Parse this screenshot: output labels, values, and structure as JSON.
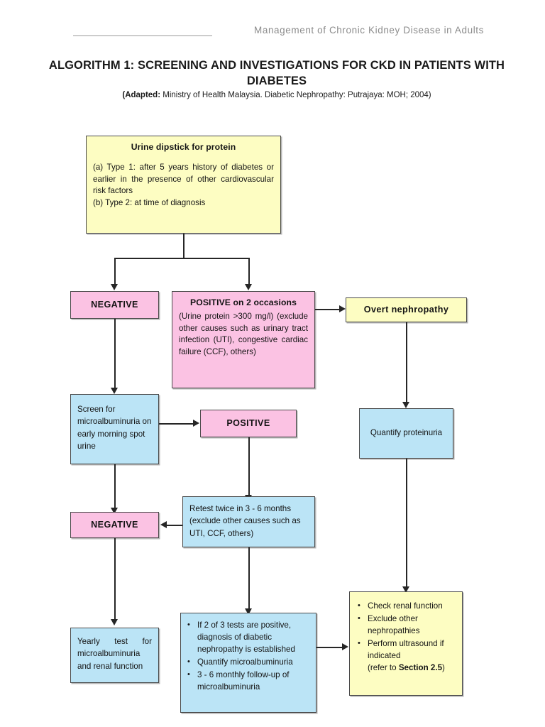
{
  "page": {
    "running_head": "Management of Chronic Kidney Disease in Adults",
    "title": "ALGORITHM 1: SCREENING AND INVESTIGATIONS FOR CKD IN PATIENTS WITH DIABETES",
    "source_prefix": "(Adapted:",
    "source_text": " Ministry of Health Malaysia. Diabetic Nephropathy: Putrajaya: MOH; 2004)"
  },
  "colors": {
    "yellow": "#fdfdc2",
    "pink": "#fbc2e3",
    "blue": "#bbe4f6",
    "border": "#4a4a4a",
    "connector": "#262626",
    "header_gray": "#8c8c8c"
  },
  "nodes": {
    "urine_dipstick": {
      "color": "yellow",
      "title": "Urine dipstick for protein",
      "line_a": "(a) Type 1: after 5 years history of diabetes or earlier in the presence of other cardiovascular risk factors",
      "line_b": "(b) Type 2: at time of diagnosis"
    },
    "negative_1": {
      "color": "pink",
      "label": "NEGATIVE"
    },
    "positive_2_occasions": {
      "color": "pink",
      "title": "POSITIVE on 2 occasions",
      "body": "(Urine protein >300 mg/l) (exclude other causes such as urinary tract infection (UTI), congestive cardiac failure (CCF), others)"
    },
    "overt_nephropathy": {
      "color": "yellow",
      "label": "Overt nephropathy"
    },
    "screen_microalbuminuria": {
      "color": "blue",
      "label": "Screen for microalbuminuria on early morning spot urine"
    },
    "positive": {
      "color": "pink",
      "label": "POSITIVE"
    },
    "quantify_proteinuria": {
      "color": "blue",
      "label": "Quantify proteinuria"
    },
    "retest_twice": {
      "color": "blue",
      "label": "Retest twice in 3 - 6 months (exclude other causes such as UTI, CCF, others)"
    },
    "negative_2": {
      "color": "pink",
      "label": "NEGATIVE"
    },
    "yearly_test": {
      "color": "blue",
      "label": "Yearly test for microalbuminuria and renal function"
    },
    "diagnosis_established": {
      "color": "blue",
      "bullets": [
        "If 2 of 3 tests are positive, diagnosis of diabetic nephropathy is established",
        "Quantify microalbuminuria",
        "3 - 6 monthly follow-up of microalbuminuria"
      ]
    },
    "renal_workup": {
      "color": "yellow",
      "bullets": [
        "Check renal function",
        "Exclude other nephropathies",
        "Perform ultrasound if indicated"
      ],
      "note_prefix": "(refer to ",
      "note_bold": "Section 2.5",
      "note_suffix": ")"
    }
  }
}
